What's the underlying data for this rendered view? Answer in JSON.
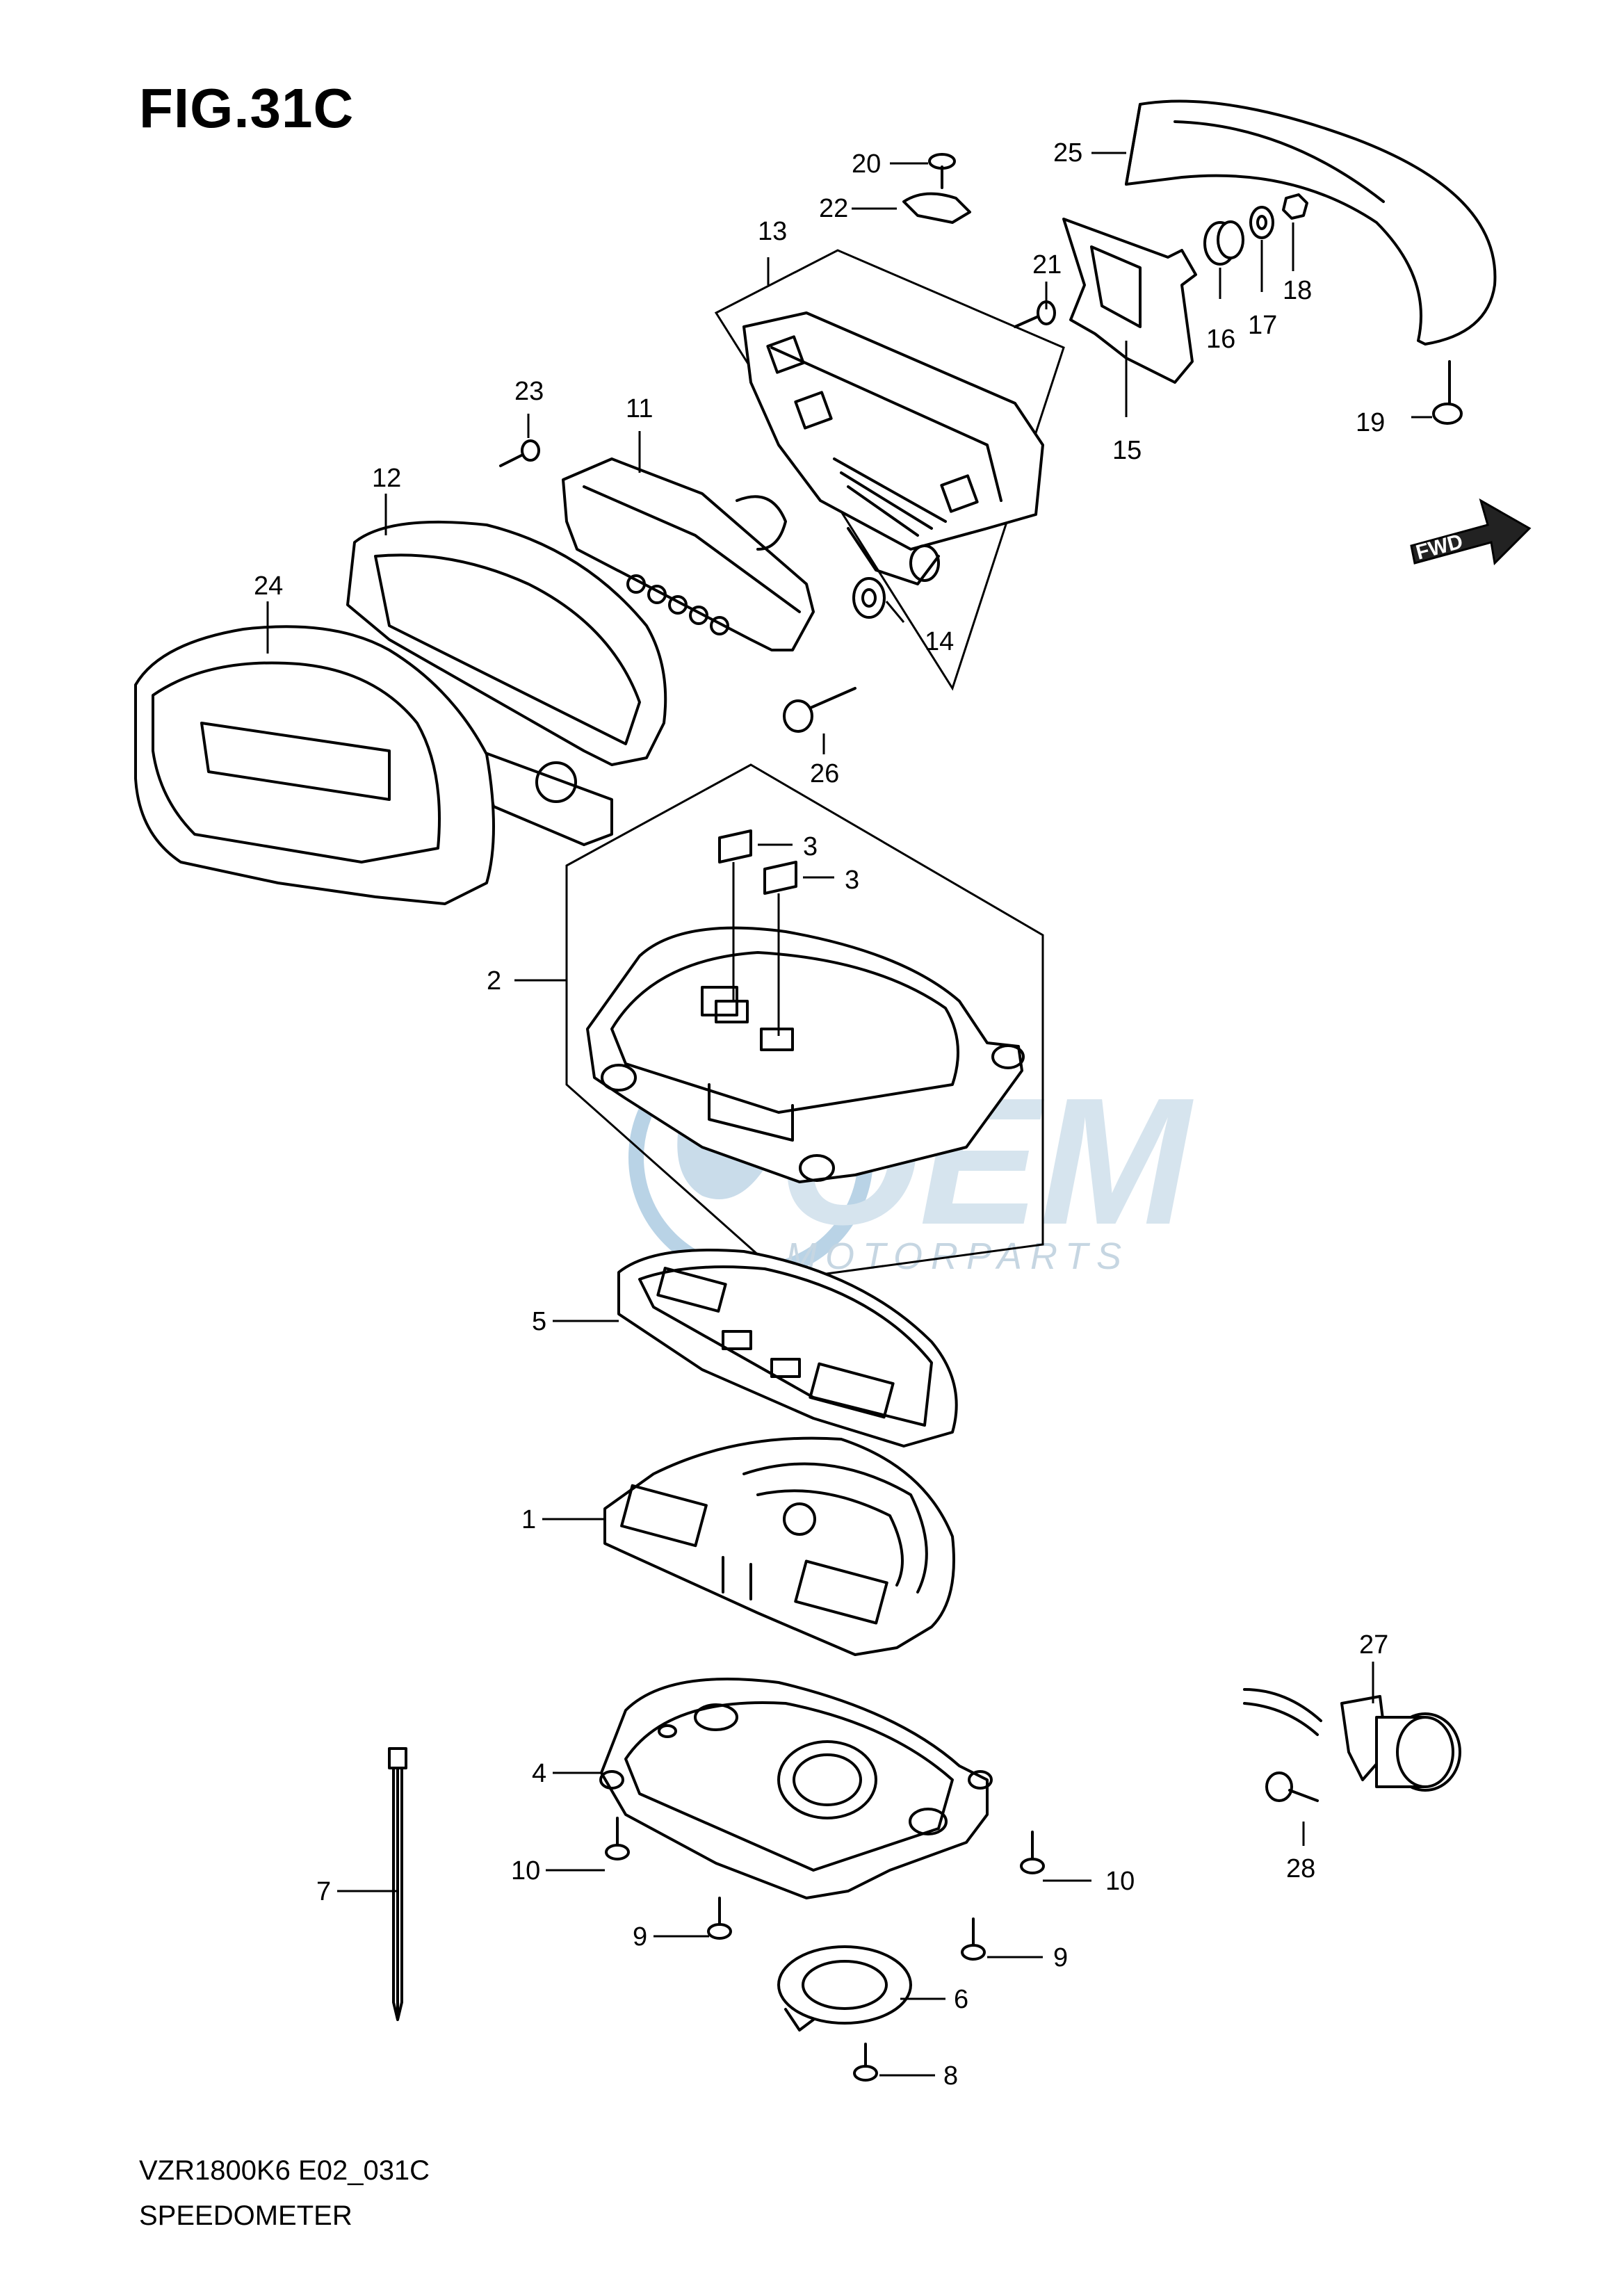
{
  "figure": {
    "title": "FIG.31C",
    "code": "VZR1800K6 E02_031C",
    "name": "SPEEDOMETER",
    "direction_badge": "FWD"
  },
  "watermark": {
    "main": "OEM",
    "sub": "MOTORPARTS"
  },
  "callouts": {
    "c1": "1",
    "c2": "2",
    "c3a": "3",
    "c3b": "3",
    "c4": "4",
    "c5": "5",
    "c6": "6",
    "c7": "7",
    "c8": "8",
    "c9a": "9",
    "c9b": "9",
    "c10a": "10",
    "c10b": "10",
    "c11": "11",
    "c12": "12",
    "c13": "13",
    "c14": "14",
    "c15": "15",
    "c16": "16",
    "c17": "17",
    "c18": "18",
    "c19": "19",
    "c20": "20",
    "c21": "21",
    "c22": "22",
    "c23": "23",
    "c24": "24",
    "c25": "25",
    "c26": "26",
    "c27": "27",
    "c28": "28"
  },
  "colors": {
    "line": "#000000",
    "watermark": "#d6e4ee",
    "globe": "#b9d3e6"
  }
}
